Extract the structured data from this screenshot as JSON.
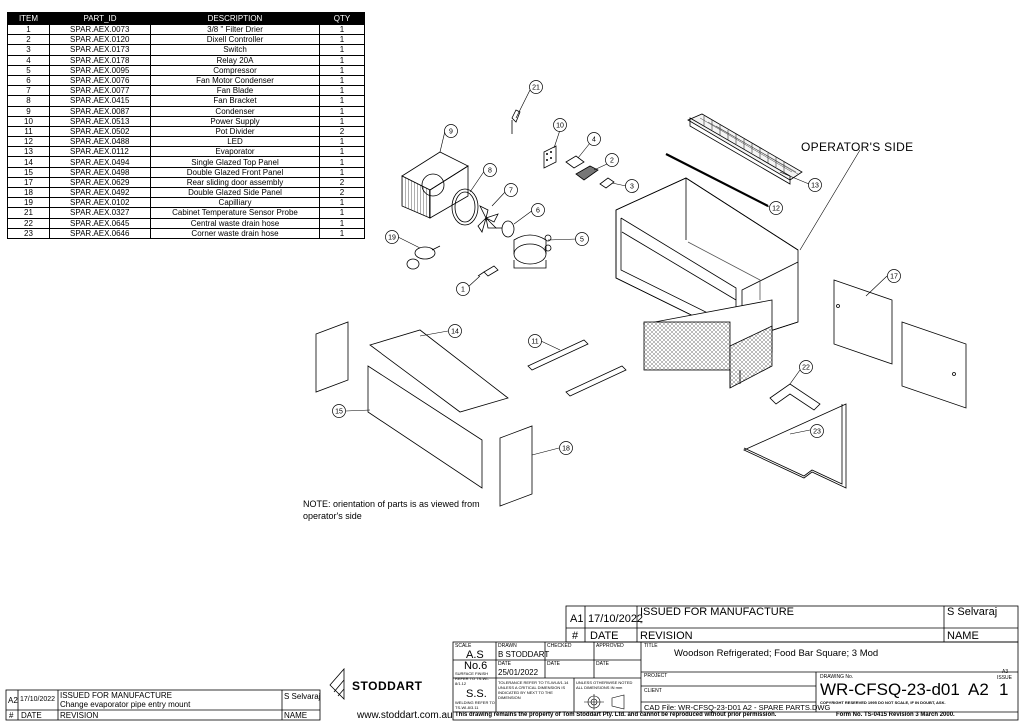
{
  "parts_table": {
    "headers": [
      "ITEM",
      "PART_ID",
      "DESCRIPTION",
      "QTY"
    ],
    "rows": [
      {
        "item": "1",
        "part_id": "SPAR.AEX.0073",
        "description": "3/8 \" Filter Drier",
        "qty": "1"
      },
      {
        "item": "2",
        "part_id": "SPAR.AEX.0120",
        "description": "Dixell Controller",
        "qty": "1"
      },
      {
        "item": "3",
        "part_id": "SPAR.AEX.0173",
        "description": "Switch",
        "qty": "1"
      },
      {
        "item": "4",
        "part_id": "SPAR.AEX.0178",
        "description": "Relay 20A",
        "qty": "1"
      },
      {
        "item": "5",
        "part_id": "SPAR.AEX.0095",
        "description": "Compressor",
        "qty": "1"
      },
      {
        "item": "6",
        "part_id": "SPAR.AEX.0076",
        "description": "Fan Motor Condenser",
        "qty": "1"
      },
      {
        "item": "7",
        "part_id": "SPAR.AEX.0077",
        "description": "Fan Blade",
        "qty": "1"
      },
      {
        "item": "8",
        "part_id": "SPAR.AEX.0415",
        "description": "Fan Bracket",
        "qty": "1"
      },
      {
        "item": "9",
        "part_id": "SPAR.AEX.0087",
        "description": "Condenser",
        "qty": "1"
      },
      {
        "item": "10",
        "part_id": "SPAR.AEX.0513",
        "description": "Power Supply",
        "qty": "1"
      },
      {
        "item": "11",
        "part_id": "SPAR.AEX.0502",
        "description": "Pot Divider",
        "qty": "2"
      },
      {
        "item": "12",
        "part_id": "SPAR.AEX.0488",
        "description": "LED",
        "qty": "1"
      },
      {
        "item": "13",
        "part_id": "SPAR.AEX.0112",
        "description": "Evaporator",
        "qty": "1"
      },
      {
        "item": "14",
        "part_id": "SPAR.AEX.0494",
        "description": "Single Glazed Top Panel",
        "qty": "1"
      },
      {
        "item": "15",
        "part_id": "SPAR.AEX.0498",
        "description": "Double Glazed Front Panel",
        "qty": "1"
      },
      {
        "item": "17",
        "part_id": "SPAR.AEX.0629",
        "description": "Rear sliding door assembly",
        "qty": "2"
      },
      {
        "item": "18",
        "part_id": "SPAR.AEX.0492",
        "description": "Double Glazed Side Panel",
        "qty": "2"
      },
      {
        "item": "19",
        "part_id": "SPAR.AEX.0102",
        "description": "Capilliary",
        "qty": "1"
      },
      {
        "item": "21",
        "part_id": "SPAR.AEX.0327",
        "description": "Cabinet Temperature Sensor Probe",
        "qty": "1"
      },
      {
        "item": "22",
        "part_id": "SPAR.AEX.0645",
        "description": "Central waste drain hose",
        "qty": "1"
      },
      {
        "item": "23",
        "part_id": "SPAR.AEX.0646",
        "description": "Corner waste drain hose",
        "qty": "1"
      }
    ]
  },
  "drawing": {
    "operator_label": "OPERATOR'S SIDE",
    "note_line1": "NOTE: orientation of parts is as viewed from",
    "note_line2": "operator's side",
    "callouts": [
      "1",
      "2",
      "3",
      "4",
      "5",
      "6",
      "7",
      "8",
      "9",
      "10",
      "11",
      "12",
      "13",
      "14",
      "15",
      "17",
      "18",
      "19",
      "21",
      "22",
      "23"
    ]
  },
  "revision_top": {
    "rev": "A1",
    "date": "17/10/2022",
    "desc": "ISSUED FOR MANUFACTURE",
    "desc2": "-",
    "name": "S Selvaraj",
    "h_hash": "#",
    "h_date": "DATE",
    "h_rev": "REVISION",
    "h_name": "NAME"
  },
  "revision_bottom": {
    "rev": "A2",
    "date": "17/10/2022",
    "desc": "ISSUED FOR MANUFACTURE",
    "desc2": "Change evaporator pipe entry mount",
    "name": "S Selvaraj",
    "h_hash": "#",
    "h_date": "DATE",
    "h_rev": "REVISION",
    "h_name": "NAME"
  },
  "title_block": {
    "scale_label": "SCALE",
    "scale": "A.S",
    "drawn_label": "DRAWN",
    "drawn": "B STODDART",
    "checked_label": "CHECKED",
    "approved_label": "APPROVED",
    "no_value": "No.6",
    "surface_finish": "SURFACE FINISH REFER TO TS-WI-8/1.12",
    "date_label": "DATE",
    "date": "25/01/2022",
    "tolerance": "TOLERANCE REFER TO TS-WI-8/1.14 UNLESS A CRITICAL DIMENSION IS INDICATED BY NEXT TO THE DIMENSION",
    "units_note": "UNLESS OTHERWISE NOTED ALL DIMENSIONS IN mm",
    "ss": "S.S.",
    "welding": "WELDING REFER TO TS-WI-8/3.11",
    "title_label": "TITLE",
    "title": "Woodson Refrigerated; Food Bar Square; 3 Mod",
    "project_label": "PROJECT",
    "client_label": "CLIENT",
    "drawing_no_label": "DRAWING No.",
    "drawing_no": "WR-CFSQ-23-d01",
    "sheet_size": "A2",
    "issue_label": "ISSUE",
    "issue": "1",
    "size_label": "A3",
    "copyright": "COPYRIGHT RESERVED 1995 DO NOT SCALE, IF IN DOUBT, ASK.",
    "cad_file": "CAD File: WR-CFSQ-23-D01 A2 - SPARE PARTS.DWG",
    "property_note": "This drawing remains the property of Tom Stoddart Pty. Ltd. and cannot be reproduced without prior permission.",
    "form_no": "Form No. TS-0415 Revision 3 March 2000.",
    "logo": "STODDART",
    "website": "www.stoddart.com.au"
  }
}
